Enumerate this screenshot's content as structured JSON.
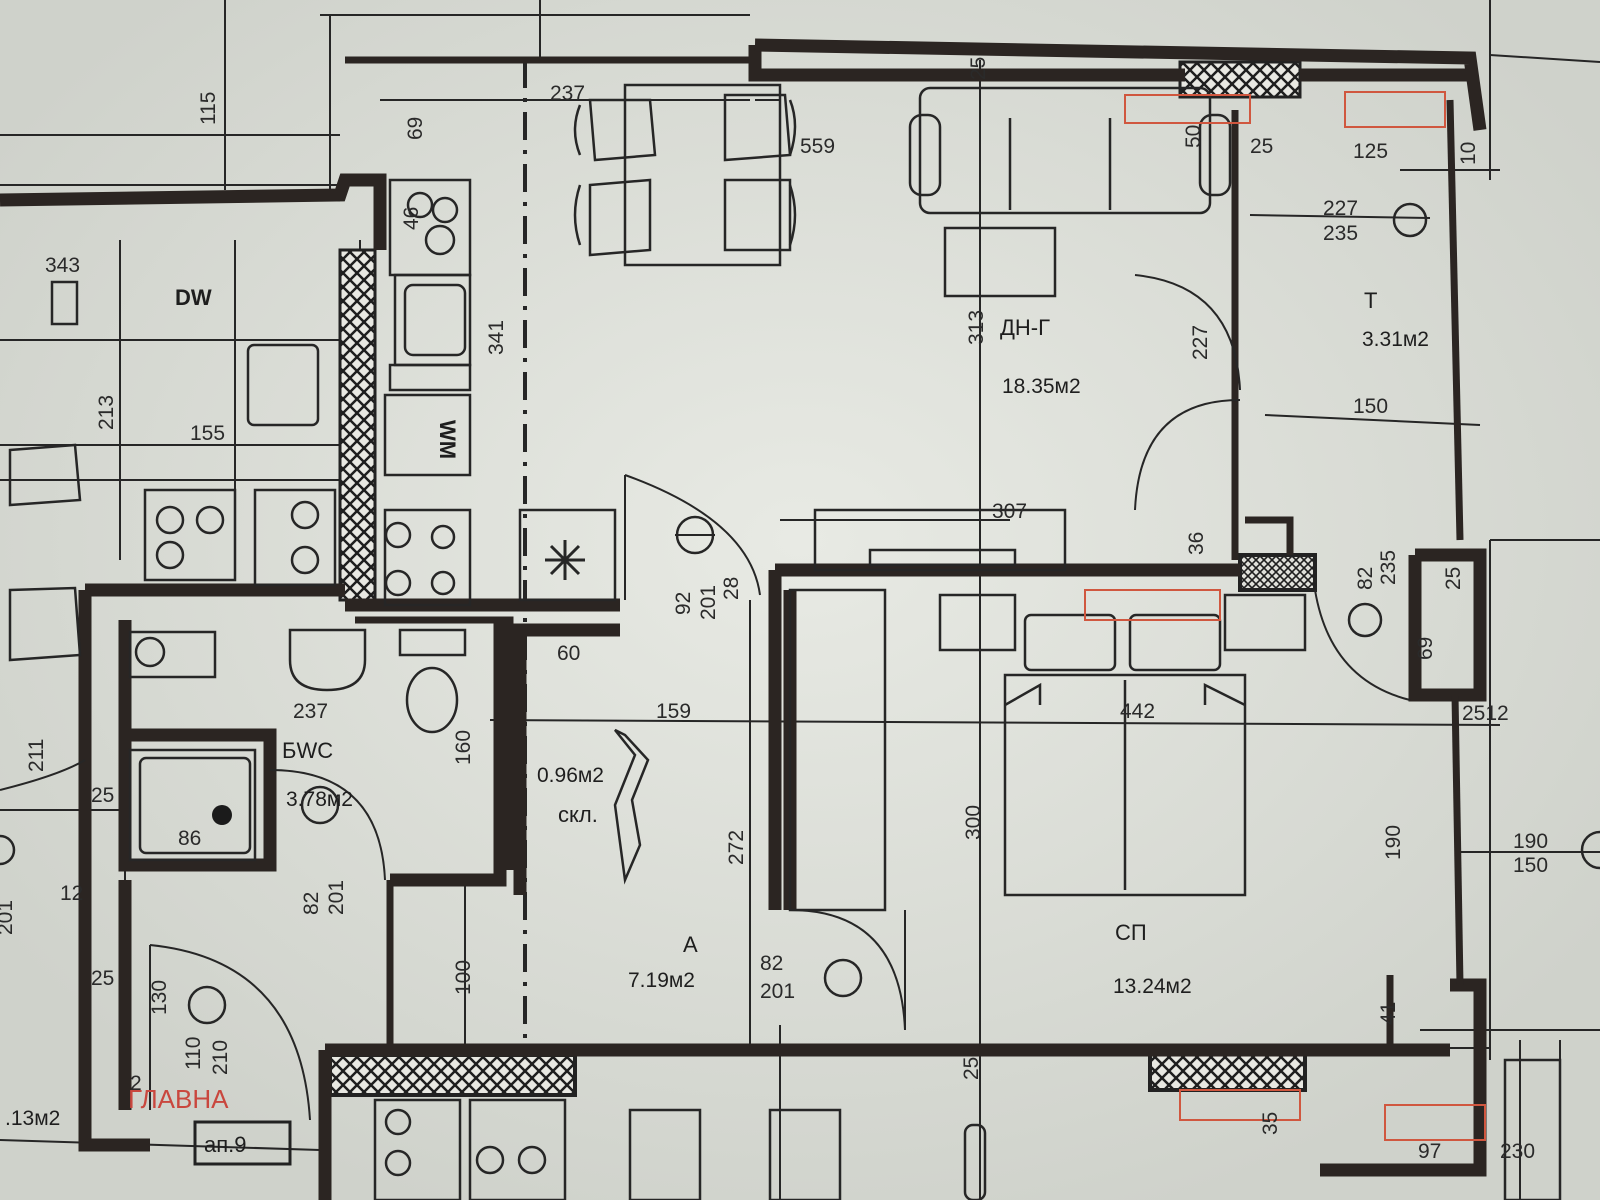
{
  "rooms": [
    {
      "name": "ДН-Г",
      "area": "18.35м2"
    },
    {
      "name": "Т",
      "area": "3.31м2"
    },
    {
      "name": "БWC",
      "area": "3.78м2"
    },
    {
      "name": "скл.",
      "area": "0.96м2"
    },
    {
      "name": "А",
      "area": "7.19м2"
    },
    {
      "name": "СП",
      "area": "13.24м2"
    }
  ],
  "fixtures": {
    "dw": "DW",
    "wm": "WM"
  },
  "apartment_label": "ап.9",
  "stamp_text": "ГЛАВНА",
  "neighbor_area": ".13м2",
  "dimensions": {
    "d115": "115",
    "d237": "237",
    "d69": "69",
    "d46": "46",
    "d559": "559",
    "d25top": "25",
    "d50": "50",
    "d25a": "25",
    "d125": "125",
    "d10": "10",
    "d227": "227",
    "d235": "235",
    "d343": "343",
    "d341": "341",
    "d313": "313",
    "d227v": "227",
    "d150": "150",
    "d213": "213",
    "d155": "155",
    "d307": "307",
    "d36": "36",
    "d92": "92",
    "d201a": "201",
    "d28": "28",
    "d82a": "82",
    "d235b": "235",
    "d25b": "25",
    "d69b": "69",
    "d60": "60",
    "d237b": "237",
    "d159": "159",
    "d442": "442",
    "d2512": "2512",
    "d211": "211",
    "d160": "160",
    "d25c": "25",
    "d86": "86",
    "d82b": "82",
    "d201b": "201",
    "d272": "272",
    "d300": "300",
    "d190": "190",
    "d190r": "190",
    "d150r": "150",
    "d201c": "201",
    "d12": "12",
    "d25d": "25",
    "d130": "130",
    "d110": "110",
    "d210": "210",
    "d100": "100",
    "d82c": "82",
    "d201d": "201",
    "d41": "41",
    "d25e": "25",
    "d2": "2",
    "d35": "35",
    "d97": "97",
    "d230": "230"
  }
}
